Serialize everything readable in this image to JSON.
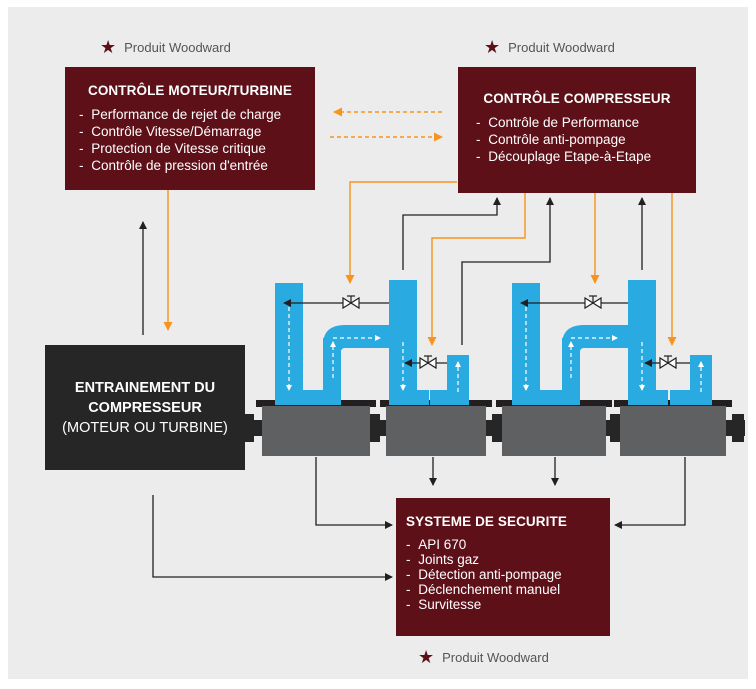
{
  "colors": {
    "box_bg": "#5e1019",
    "drive_bg": "#262626",
    "pipe": "#29abe2",
    "orange_arrow": "#f7941d",
    "compressor": "#5f6062",
    "panel_bg": "#ececec"
  },
  "woodward_labels": {
    "top_left": "Produit Woodward",
    "top_right": "Produit Woodward",
    "bottom": "Produit Woodward",
    "icon": "star-icon"
  },
  "engine_control": {
    "title": "CONTRÔLE MOTEUR/TURBINE",
    "items": [
      "Performance de rejet de charge",
      "Contrôle Vitesse/Démarrage",
      "Protection de Vitesse critique",
      "Contrôle de pression d'entrée"
    ]
  },
  "compressor_control": {
    "title": "CONTRÔLE COMPRESSEUR",
    "items": [
      "Contrôle de Performance",
      "Contrôle anti-pompage",
      "Découplage Etape-à-Etape"
    ]
  },
  "safety_system": {
    "title": "SYSTEME DE SECURITE",
    "items": [
      "API 670",
      "Joints gaz",
      "Détection anti-pompage",
      "Déclenchement manuel",
      "Survitesse"
    ]
  },
  "drive": {
    "line1": "ENTRAINEMENT DU",
    "line2": "COMPRESSEUR",
    "line3": "(MOTEUR OU TURBINE)"
  }
}
